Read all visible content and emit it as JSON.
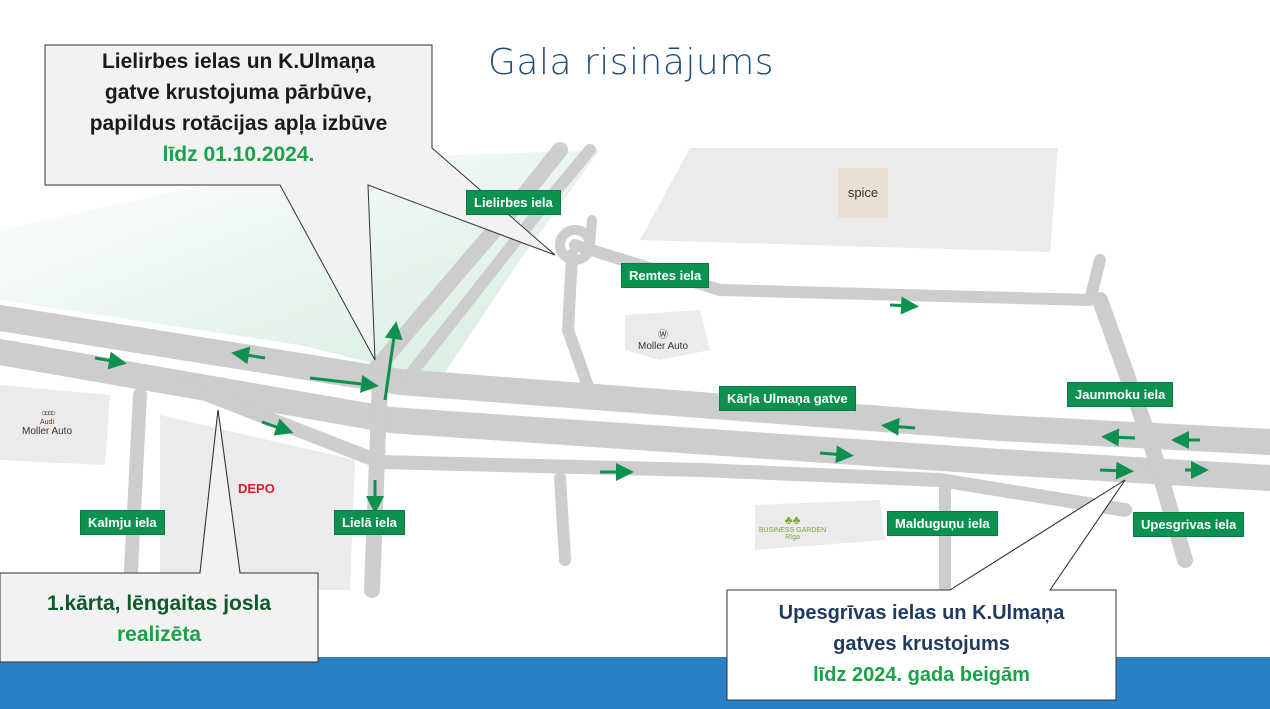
{
  "title": "Gala risinājums",
  "callouts": {
    "top_left": {
      "lines": [
        "Lielirbes ielas un K.Ulmaņa",
        "gatve krustojuma pārbūve,",
        "papildus rotācijas apļa izbūve"
      ],
      "deadline": "līdz 01.10.2024."
    },
    "bottom_left": {
      "line": "1.kārta, lēngaitas josla",
      "status": "realizēta"
    },
    "bottom_right": {
      "lines": [
        "Upesgrīvas ielas un K.Ulmaņa",
        "gatves krustojums"
      ],
      "deadline": "līdz 2024. gada beigām"
    }
  },
  "streets": [
    "Lielirbes iela",
    "Remtes iela",
    "Kārļa Ulmaņa gatve",
    "Jaunmoku iela",
    "Upesgrivas iela",
    "Malduguņu iela",
    "Lielā iela",
    "Kalmju iela"
  ],
  "landmarks": {
    "spice": "spice",
    "moller_vw": "Moller Auto",
    "moller_audi": "Moller Auto",
    "audi": "Audi",
    "depo": "DEPO",
    "business_garden": "BUSINESS GARDEN",
    "business_garden_sub": "Rīga"
  },
  "colors": {
    "accent_green": "#0c9150",
    "road": "#cfcfcf",
    "band": "#2b7fc4"
  }
}
